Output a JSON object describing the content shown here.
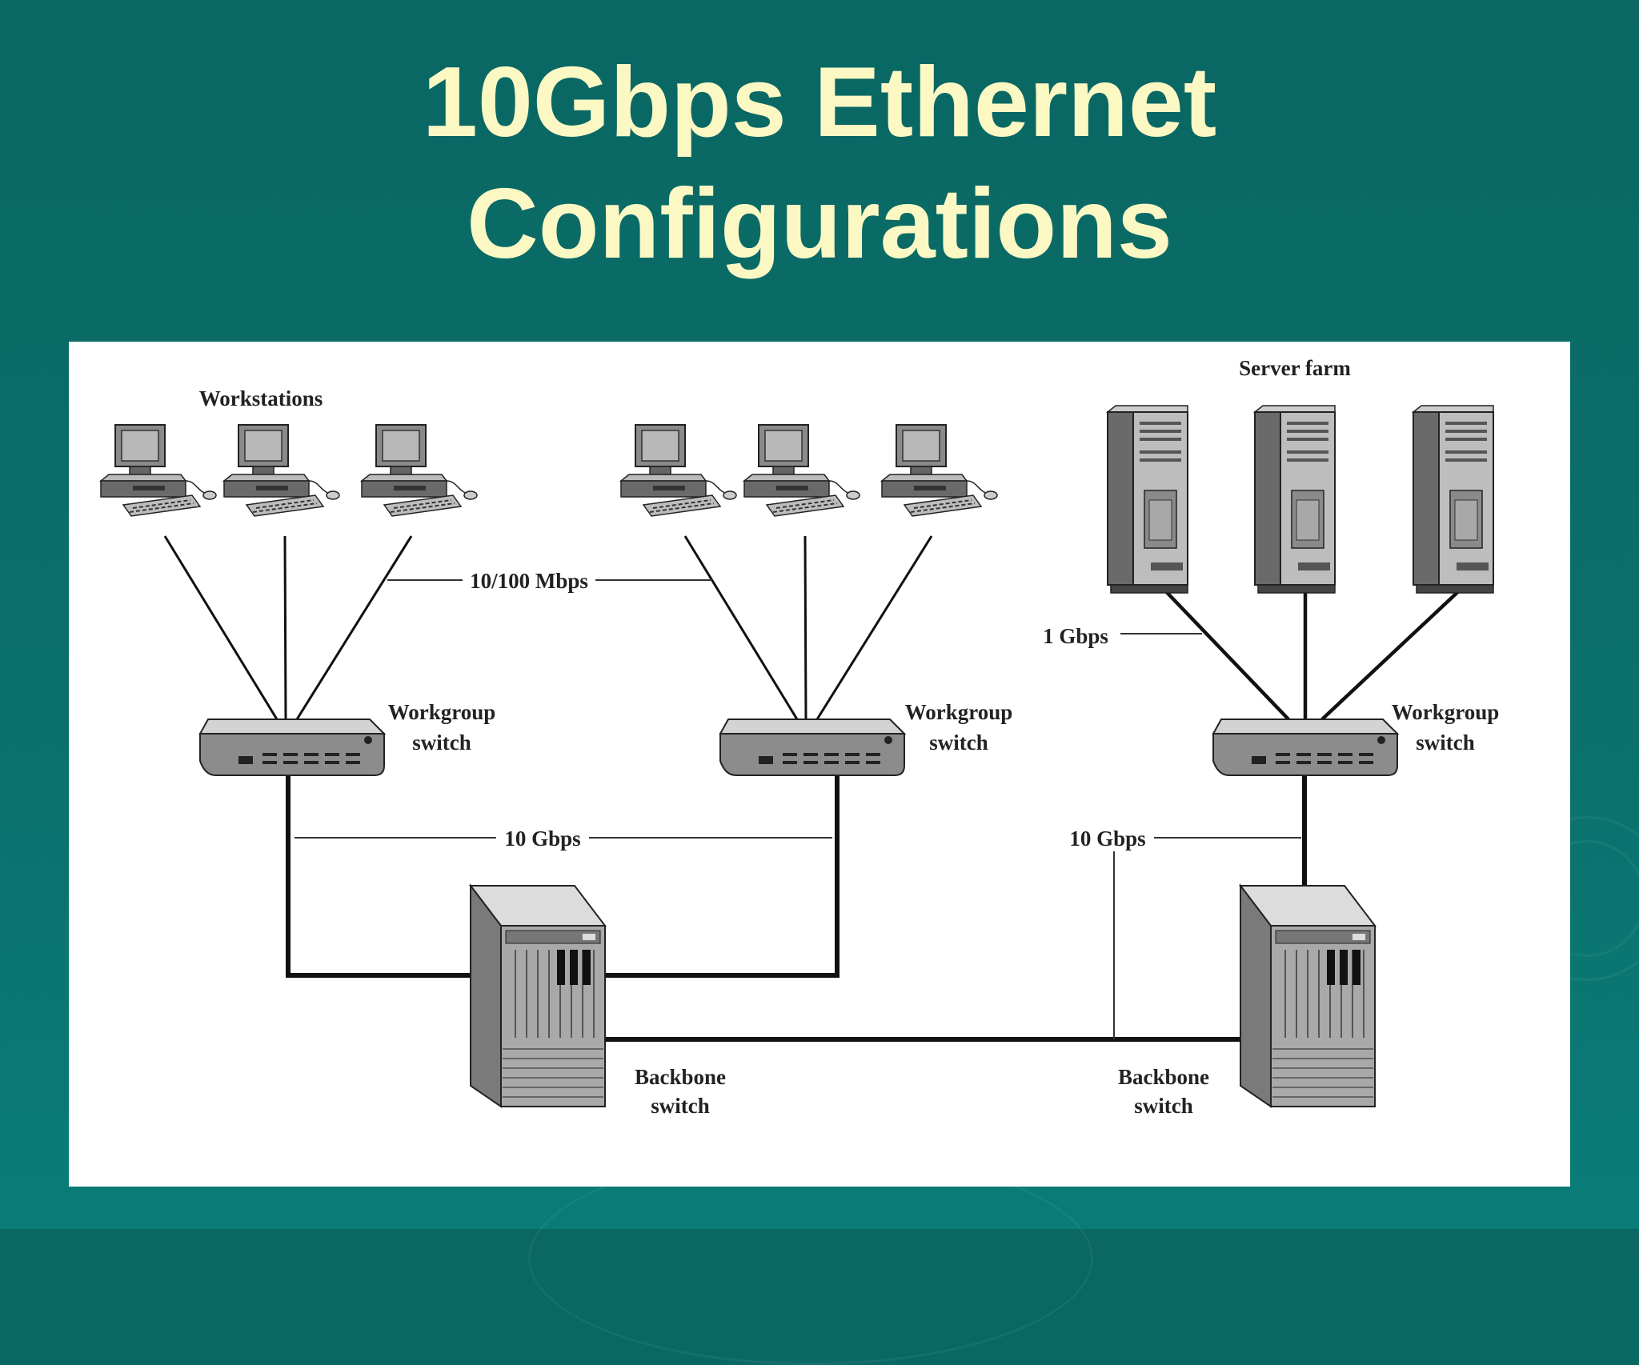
{
  "slide": {
    "title_line1": "10Gbps Ethernet",
    "title_line2": "Configurations"
  },
  "colors": {
    "background": "#0b6f6b",
    "title": "#fbf8c4",
    "panel": "#ffffff"
  },
  "diagram": {
    "labels": {
      "workstations": "Workstations",
      "server_farm": "Server farm",
      "speed_workstation_links": "10/100 Mbps",
      "speed_server_links": "1 Gbps",
      "speed_backbone_left": "10 Gbps",
      "speed_backbone_right": "10 Gbps",
      "workgroup_switch_line1": "Workgroup",
      "workgroup_switch_line2": "switch",
      "backbone_switch_line1": "Backbone",
      "backbone_switch_line2": "switch"
    },
    "device_icons": [
      "workstation-icon",
      "server-icon",
      "workgroup-switch-icon",
      "backbone-switch-icon"
    ]
  }
}
